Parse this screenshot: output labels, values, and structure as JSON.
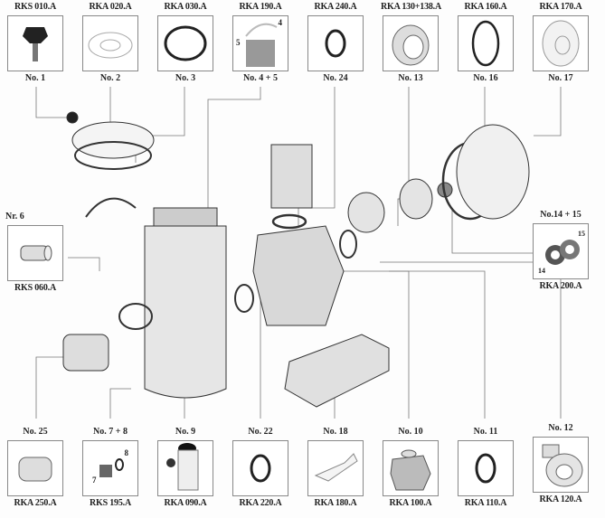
{
  "top_parts": [
    {
      "code": "RKS 010.A",
      "number": "No. 1",
      "icon": "knob-icon"
    },
    {
      "code": "RKA 020.A",
      "number": "No. 2",
      "icon": "lid-icon"
    },
    {
      "code": "RKA 030.A",
      "number": "No. 3",
      "icon": "o-ring-icon"
    },
    {
      "code": "RKA 190.A",
      "number": "No. 4 + 5",
      "icon": "basket-icon",
      "sublabels": [
        "4",
        "5"
      ]
    },
    {
      "code": "RKA 240.A",
      "number": "No. 24",
      "icon": "o-ring-icon"
    },
    {
      "code": "RKA 130+138.A",
      "number": "No. 13",
      "icon": "impeller-icon"
    },
    {
      "code": "RKA 160.A",
      "number": "No. 16",
      "icon": "o-ring-icon"
    },
    {
      "code": "RKA 170.A",
      "number": "No. 17",
      "icon": "flange-icon"
    }
  ],
  "left_part": {
    "code": "RKS 060.A",
    "number": "Nr. 6",
    "icon": "fitting-icon"
  },
  "right_part": {
    "code": "RKA 200.A",
    "number": "No.14 + 15",
    "icon": "bearing-icon",
    "sublabels": [
      "14",
      "15"
    ]
  },
  "bottom_parts": [
    {
      "code": "RKA 250.A",
      "number": "No. 25",
      "icon": "union-icon"
    },
    {
      "code": "RKS 195.A",
      "number": "No. 7 + 8",
      "icon": "drain-plug-icon",
      "sublabels": [
        "7",
        "8"
      ]
    },
    {
      "code": "RKA 090.A",
      "number": "No. 9",
      "icon": "strainer-housing-icon"
    },
    {
      "code": "RKA 220.A",
      "number": "No. 22",
      "icon": "o-ring-icon"
    },
    {
      "code": "RKA 180.A",
      "number": "No. 18",
      "icon": "base-icon"
    },
    {
      "code": "RKA 100.A",
      "number": "No. 10",
      "icon": "pump-housing-icon"
    },
    {
      "code": "RKA 110.A",
      "number": "No. 11",
      "icon": "o-ring-icon"
    },
    {
      "code": "RKA 120.A",
      "number": "No. 12",
      "icon": "diffuser-icon"
    }
  ]
}
